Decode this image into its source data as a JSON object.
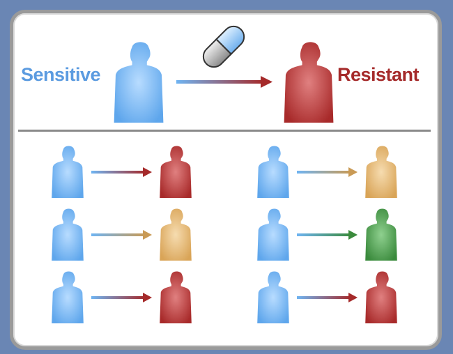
{
  "header": {
    "left_label": "Sensitive",
    "right_label": "Resistant"
  },
  "colors": {
    "background": "#6a86b4",
    "sensitive": "#6fb4f2",
    "resistant": "#b73636",
    "intermediate": "#e2b06a",
    "alternative": "#48964a"
  },
  "icons": {
    "drug": "pill-capsule-icon",
    "patient": "person-silhouette-icon",
    "transition": "arrow-right-icon"
  },
  "outcomes": [
    {
      "column": "left",
      "result": "resistant"
    },
    {
      "column": "right",
      "result": "intermediate"
    },
    {
      "column": "left",
      "result": "intermediate"
    },
    {
      "column": "right",
      "result": "alternative"
    },
    {
      "column": "left",
      "result": "resistant"
    },
    {
      "column": "right",
      "result": "resistant"
    }
  ]
}
